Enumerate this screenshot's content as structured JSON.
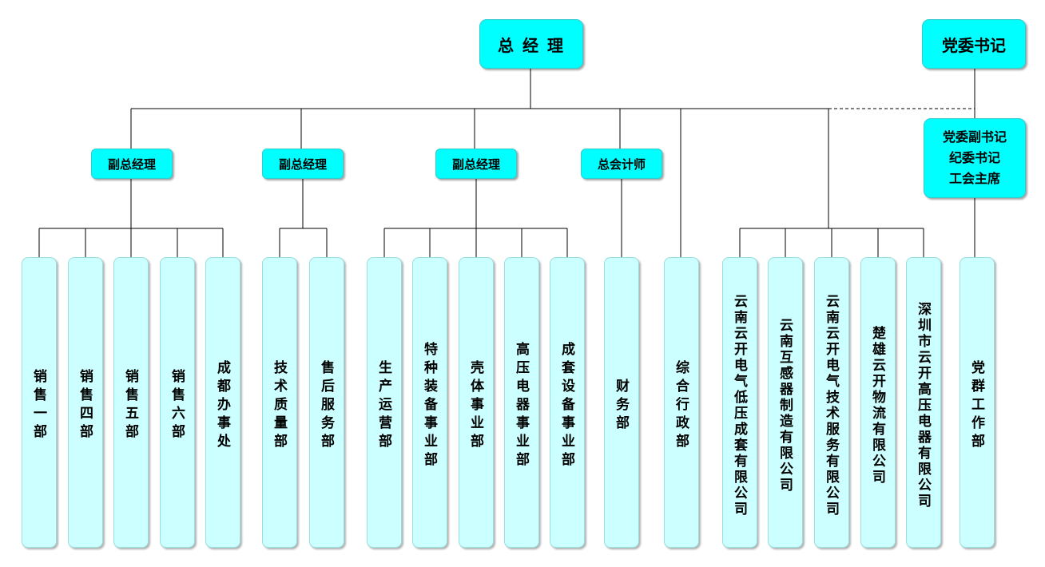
{
  "general_manager": "总 经 理",
  "party_secretary": "党委书记",
  "party_deputy": [
    "党委副书记",
    "纪委书记",
    "工会主席"
  ],
  "vice_managers": [
    {
      "label": "副总经理"
    },
    {
      "label": "副总经理"
    },
    {
      "label": "副总经理"
    },
    {
      "label": "总会计师"
    }
  ],
  "departments": [
    "销售一部",
    "销售四部",
    "销售五部",
    "销售六部",
    "成都办事处",
    "技术质量部",
    "售后服务部",
    "生产运营部",
    "特种装备事业部",
    "壳体事业部",
    "高压电器事业部",
    "成套设备事业部",
    "财务部",
    "综合行政部",
    "云南云开电气低压成套有限公司",
    "云南互感器制造有限公司",
    "云南云开电气技术服务有限公司",
    "楚雄云开物流有限公司",
    "深圳市云开高压电器有限公司",
    "党群工作部"
  ],
  "colors": {
    "top_box": "#00ffff",
    "column_box": "#ccffff",
    "line": "#000000"
  }
}
